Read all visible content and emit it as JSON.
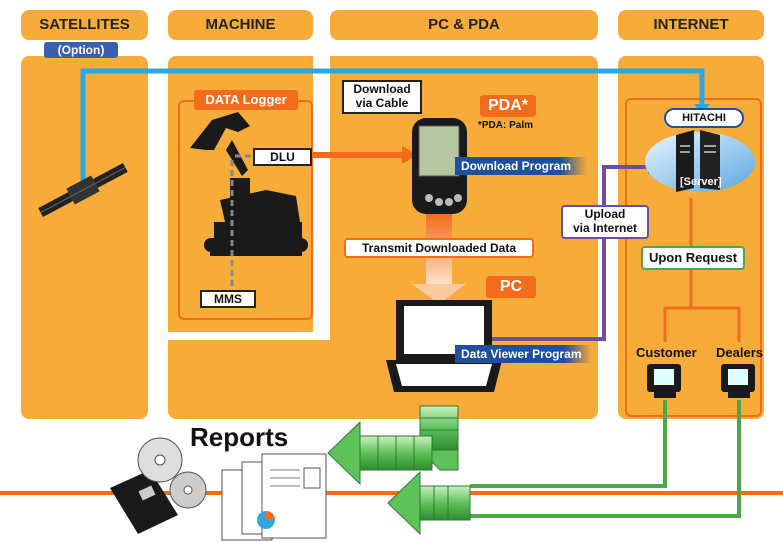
{
  "columns": {
    "satellites": "SATELLITES",
    "machine": "MACHINE",
    "pc_pda": "PC & PDA",
    "internet": "INTERNET"
  },
  "option_label": "(Option)",
  "data_logger_label": "DATA Logger",
  "dlu_label": "DLU",
  "mms_label": "MMS",
  "download_cable": [
    "Download",
    "via Cable"
  ],
  "pda_title": "PDA*",
  "pda_note": "*PDA: Palm",
  "download_program": "Download Program",
  "transmit_data": "Transmit Downloaded Data",
  "pc_title": "PC",
  "data_viewer_program": "Data Viewer Program",
  "upload_internet": [
    "Upload",
    "via Internet"
  ],
  "hitachi_logo": "HITACHI",
  "server_label": "[Server]",
  "upon_request": "Upon Request",
  "customer_label": "Customer",
  "dealers_label": "Dealers",
  "reports_label": "Reports",
  "colors": {
    "column_bg": "#f7ac3a",
    "orange_accent": "#f26c1c",
    "blue_line": "#2ea6df",
    "purple_line": "#6a4fa0",
    "green_line": "#4ca64c",
    "navy_tag": "#1e4fa0"
  }
}
